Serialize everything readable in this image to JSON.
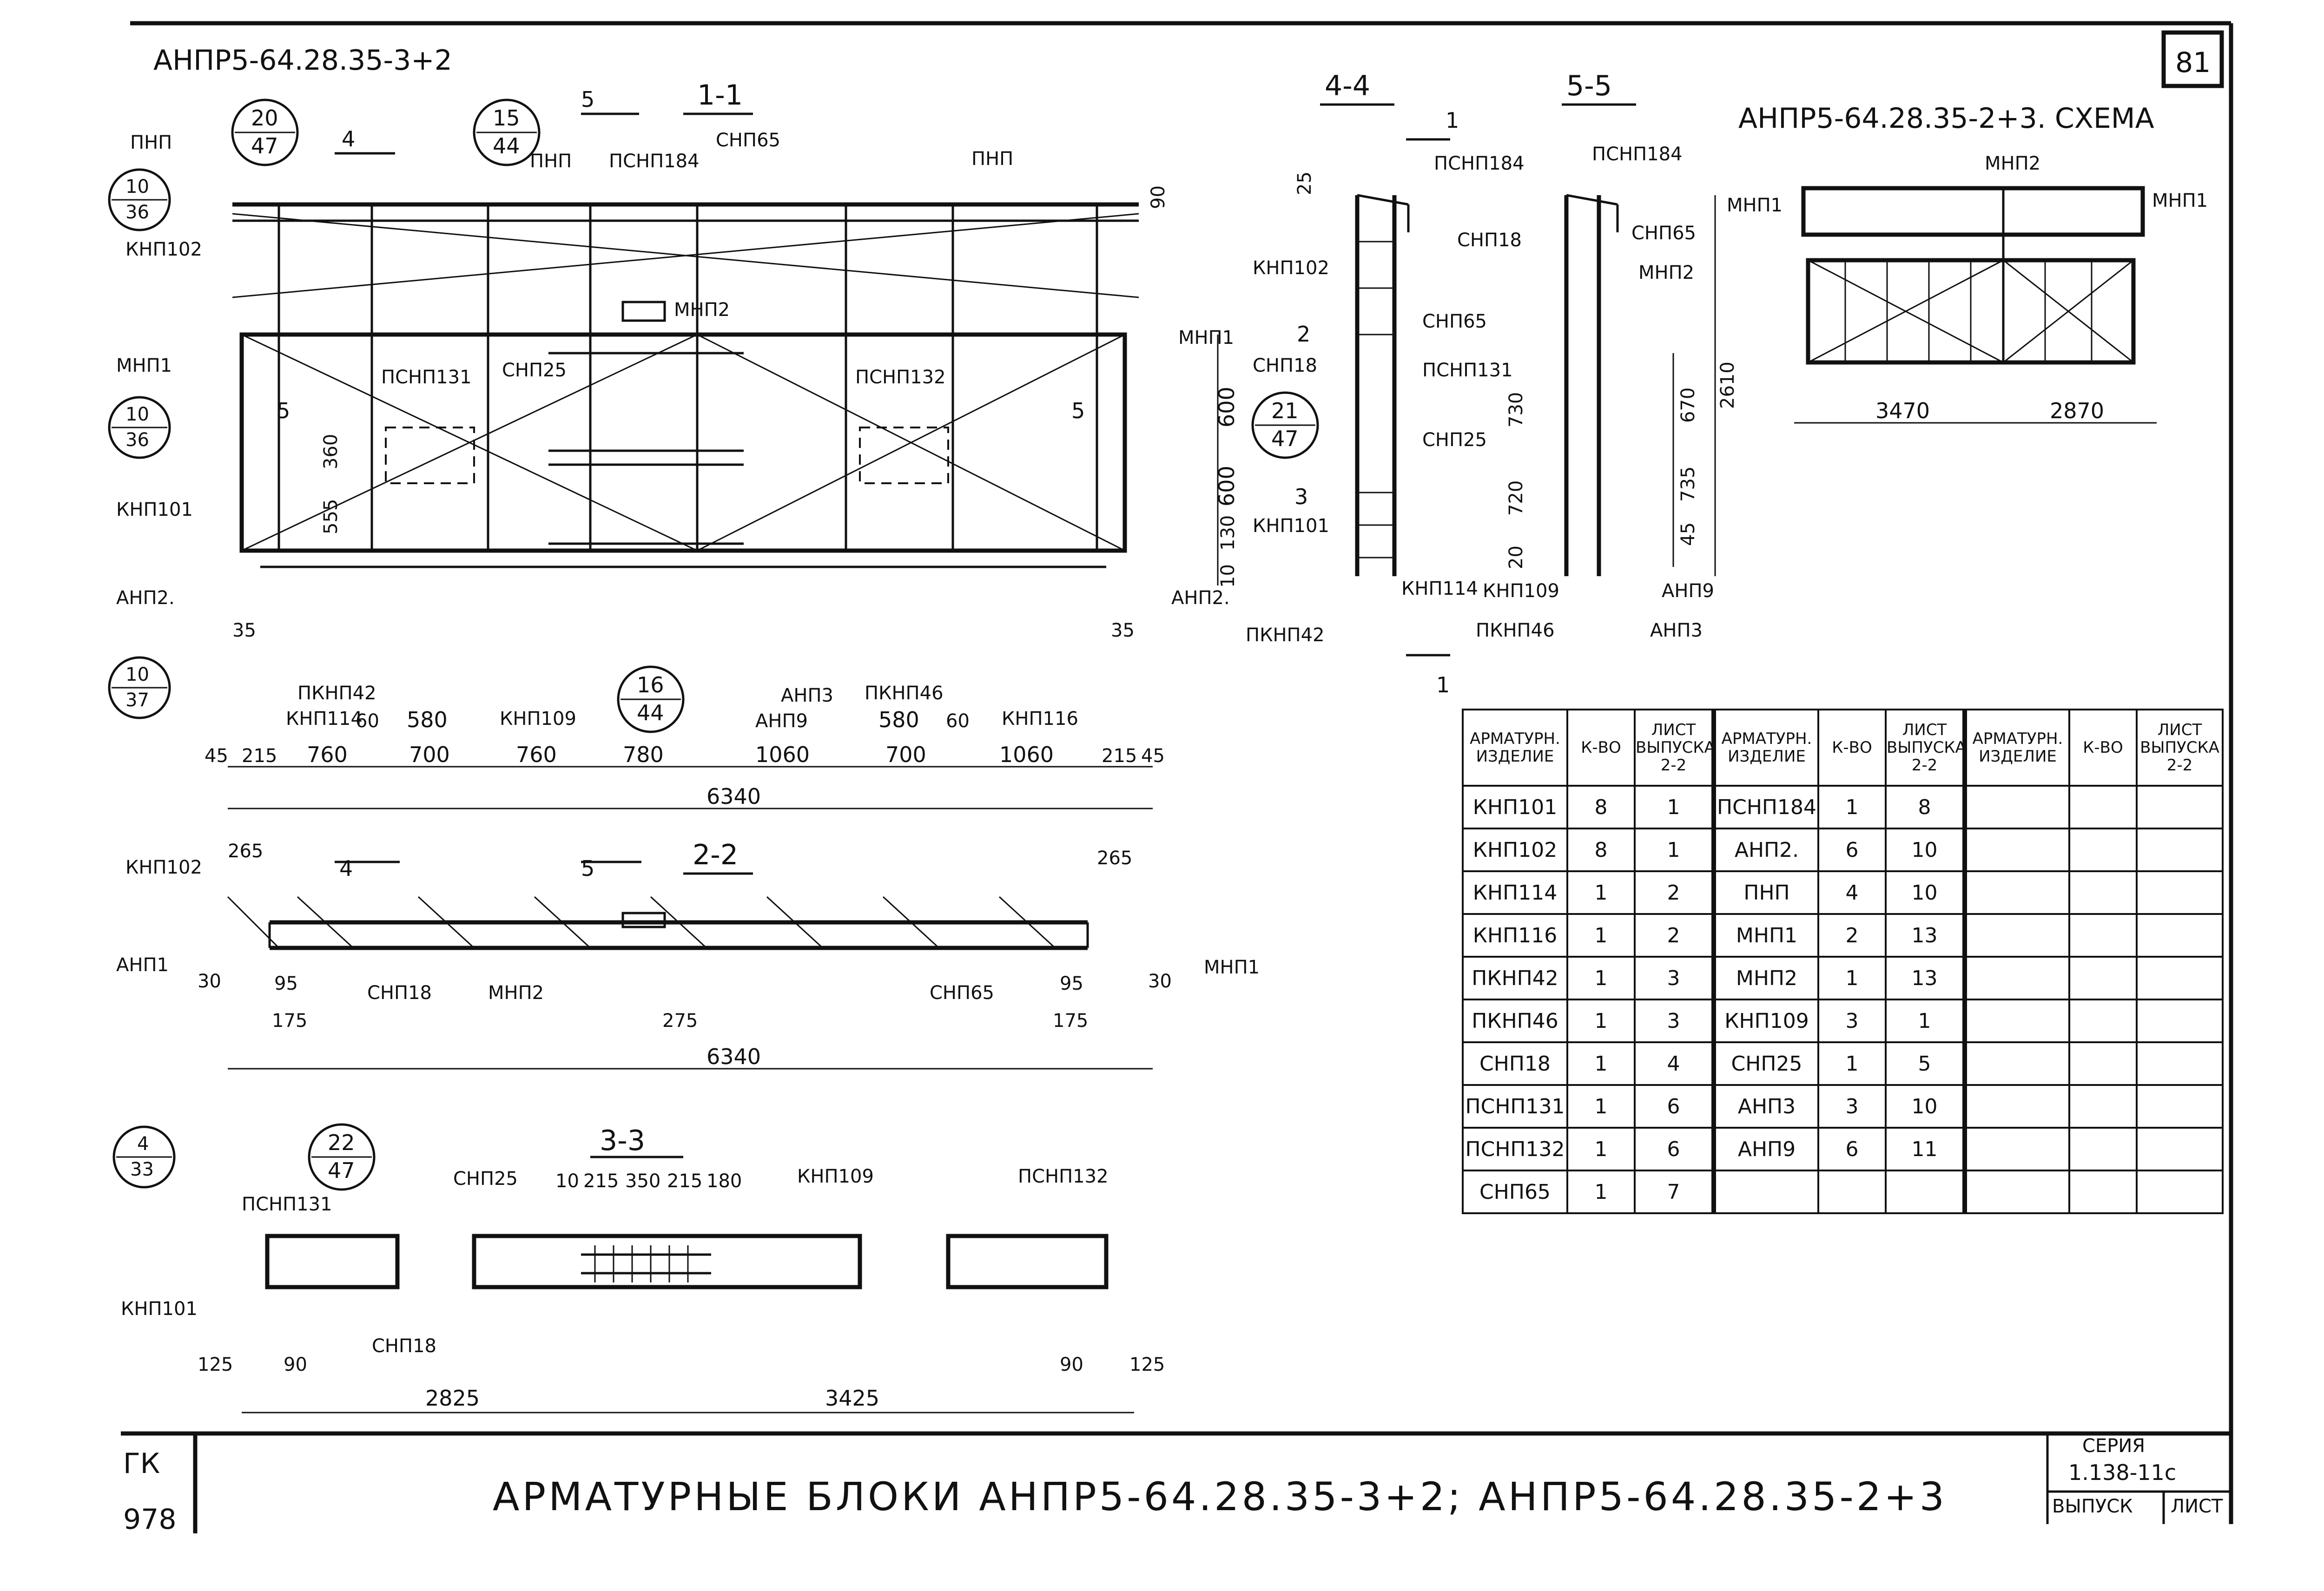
{
  "sheet": {
    "number": "81",
    "top_title": "АНПР5-64.28.35-3+2",
    "scheme_title": "АНПР5-64.28.35-2+3. СХЕМА",
    "main_title": "АРМАТУРНЫЕ БЛОКИ АНПР5-64.28.35-3+2; АНПР5-64.28.35-2+3",
    "stamp_left_top": "ГК",
    "stamp_left_bottom": "978",
    "series_label": "СЕРИЯ",
    "series_value": "1.138-11с",
    "issue_label": "ВЫПУСК",
    "sheet_label": "ЛИСТ"
  },
  "sections": {
    "s11": "1-1",
    "s22": "2-2",
    "s33": "3-3",
    "s44": "4-4",
    "s55": "5-5",
    "m4": "4",
    "m5": "5",
    "m1": "1",
    "m2": "2",
    "m3": "3"
  },
  "callouts": [
    {
      "top": "20",
      "bottom": "47"
    },
    {
      "top": "15",
      "bottom": "44"
    },
    {
      "top": "10",
      "bottom": "36"
    },
    {
      "top": "10",
      "bottom": "36"
    },
    {
      "top": "10",
      "bottom": "37"
    },
    {
      "top": "16",
      "bottom": "44"
    },
    {
      "top": "21",
      "bottom": "47"
    },
    {
      "top": "4",
      "bottom": "33"
    },
    {
      "top": "22",
      "bottom": "47"
    }
  ],
  "labels": {
    "pnp": "ПНП",
    "psnp184": "ПСНП184",
    "snp65": "СНП65",
    "knp102": "КНП102",
    "mnp1": "МНП1",
    "mnp2": "МНП2",
    "psnp131": "ПСНП131",
    "psnp132": "ПСНП132",
    "snp25": "СНП25",
    "knp101": "КНП101",
    "anp2": "АНП2.",
    "anp2b": "АНП2.",
    "pknp42": "ПКНП42",
    "knp114": "КНП114",
    "knp109": "КНП109",
    "anp3": "АНП3",
    "anp9": "АНП9",
    "pknp46": "ПКНП46",
    "knp116": "КНП116",
    "snp18": "СНП18",
    "knp109b": "КНП109",
    "anp1": "АНП1",
    "knp114b": "КНП114"
  },
  "dims_11": {
    "bottom": [
      "45",
      "215",
      "760",
      "700",
      "760",
      "780",
      "1060",
      "700",
      "1060",
      "215",
      "45"
    ],
    "upper": [
      "60",
      "580",
      "60",
      "580"
    ],
    "total": "6340",
    "left_35": "35",
    "right_35": "35",
    "v555": "555",
    "v360": "360",
    "v90": "90",
    "v600a": "600",
    "v600b": "600",
    "v130": "130",
    "v10": "10"
  },
  "dims_22": {
    "d265a": "265",
    "d265b": "265",
    "d30a": "30",
    "d30b": "30",
    "d95a": "95",
    "d95b": "95",
    "d175a": "175",
    "d175b": "175",
    "d275": "275",
    "total": "6340"
  },
  "dims_33": {
    "top": [
      "10",
      "215",
      "350",
      "215",
      "180"
    ],
    "d125a": "125",
    "d90a": "90",
    "d90b": "90",
    "d125b": "125",
    "d2825": "2825",
    "d3425": "3425"
  },
  "dims_44": {
    "d25": "25"
  },
  "dims_55": {
    "d670": "670",
    "d2610": "2610",
    "d730": "730",
    "d735": "735",
    "d720": "720",
    "d45": "45",
    "d20": "20"
  },
  "dims_scheme": {
    "d3470": "3470",
    "d2870": "2870"
  },
  "table": {
    "header": {
      "item": "АРМАТУРН. ИЗДЕЛИЕ",
      "qty": "К-ВО",
      "sheet": "ЛИСТ ВЫПУСКА 2-2"
    },
    "rows": [
      [
        "КНП101",
        "8",
        "1",
        "ПСНП184",
        "1",
        "8",
        "",
        "",
        ""
      ],
      [
        "КНП102",
        "8",
        "1",
        "АНП2.",
        "6",
        "10",
        "",
        "",
        ""
      ],
      [
        "КНП114",
        "1",
        "2",
        "ПНП",
        "4",
        "10",
        "",
        "",
        ""
      ],
      [
        "КНП116",
        "1",
        "2",
        "МНП1",
        "2",
        "13",
        "",
        "",
        ""
      ],
      [
        "ПКНП42",
        "1",
        "3",
        "МНП2",
        "1",
        "13",
        "",
        "",
        ""
      ],
      [
        "ПКНП46",
        "1",
        "3",
        "КНП109",
        "3",
        "1",
        "",
        "",
        ""
      ],
      [
        "СНП18",
        "1",
        "4",
        "СНП25",
        "1",
        "5",
        "",
        "",
        ""
      ],
      [
        "ПСНП131",
        "1",
        "6",
        "АНП3",
        "3",
        "10",
        "",
        "",
        ""
      ],
      [
        "ПСНП132",
        "1",
        "6",
        "АНП9",
        "6",
        "11",
        "",
        "",
        ""
      ],
      [
        "СНП65",
        "1",
        "7",
        "",
        "",
        "",
        "",
        "",
        ""
      ]
    ]
  }
}
